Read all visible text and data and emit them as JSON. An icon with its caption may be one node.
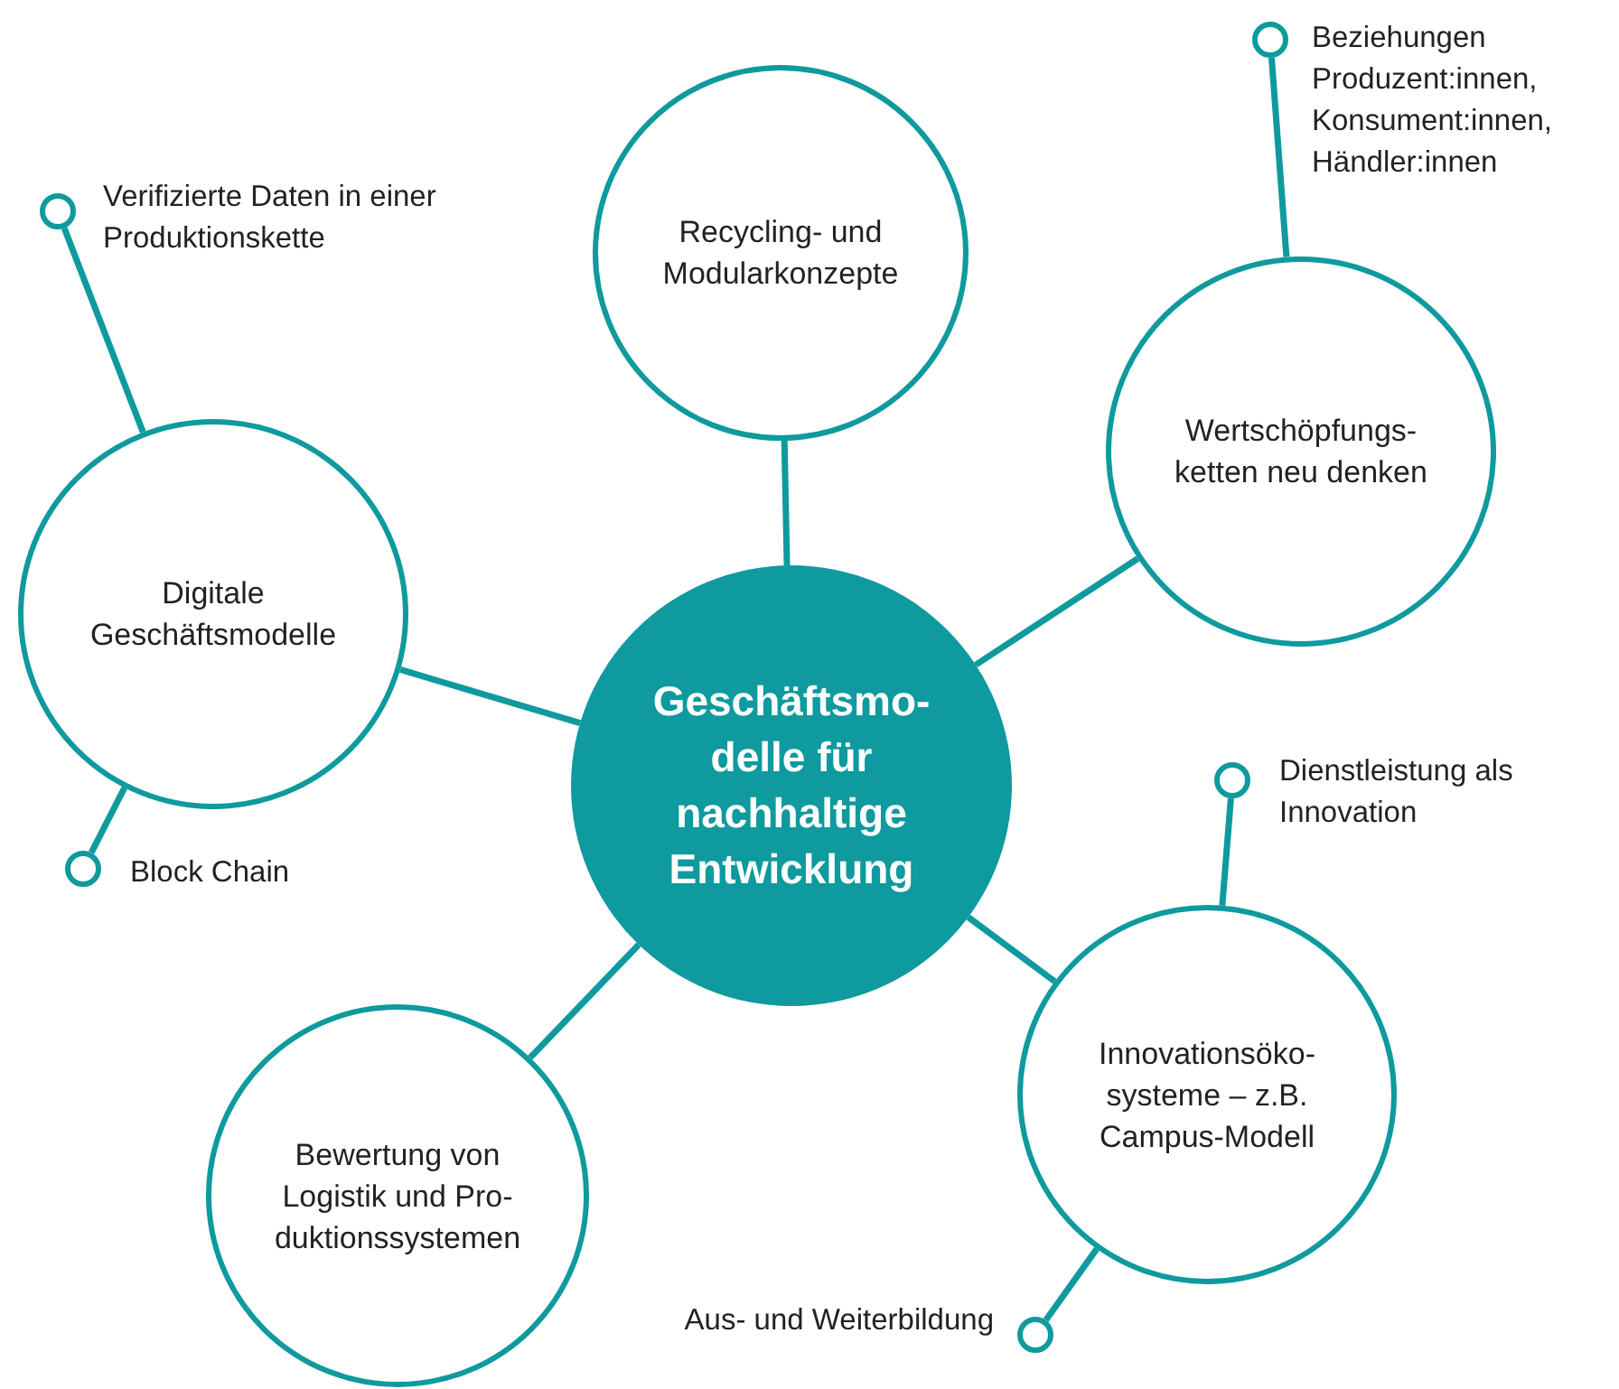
{
  "diagram": {
    "nodes": [
      {
        "text": [],
        "shape": "circle",
        "beside": [
          "Beziehungen Produzent:innen, Konsument:innen, Händler:innen"
        ]
      },
      {
        "text": [
          "Recycling- und Modularkonzepte"
        ]
      },
      {
        "text": [],
        "shape": "circle",
        "beside": [
          "Verifizierte Daten in einer Produktionskette"
        ]
      },
      {
        "text": [
          "Wertschöpfungs- ketten neu denken"
        ]
      },
      {
        "text": [
          "Digitale Geschäftsmodelle"
        ]
      },
      {
        "text": [
          "Geschäftsmo- delle für nachhaltige Entwicklung"
        ]
      },
      {
        "text": [],
        "shape": "circle",
        "beside": [
          "Dienstleistung als Innovation"
        ]
      },
      {
        "text": [],
        "shape": "circle",
        "beside": [
          "Block Chain"
        ]
      },
      {
        "text": [
          "Innovationsöko- systeme – z.B. Campus-Modell"
        ]
      },
      {
        "text": [
          "Bewertung von Logistik und Pro- duktionssystemen"
        ]
      },
      {
        "text": [],
        "shape": "circle",
        "beside": [
          "Aus- und Weiterbildung"
        ]
      }
    ],
    "edges": [
      {
        "from": 5,
        "to": 1,
        "arrow": "none"
      },
      {
        "from": 5,
        "to": 3,
        "arrow": "none"
      },
      {
        "from": 5,
        "to": 4,
        "arrow": "none"
      },
      {
        "from": 5,
        "to": 8,
        "arrow": "none"
      },
      {
        "from": 5,
        "to": 9,
        "arrow": "none"
      },
      {
        "from": 3,
        "to": 0,
        "arrow": "none"
      },
      {
        "from": 4,
        "to": 2,
        "arrow": "none"
      },
      {
        "from": 4,
        "to": 7,
        "arrow": "none"
      },
      {
        "from": 8,
        "to": 6,
        "arrow": "none"
      },
      {
        "from": 8,
        "to": 10,
        "arrow": "none"
      }
    ]
  }
}
